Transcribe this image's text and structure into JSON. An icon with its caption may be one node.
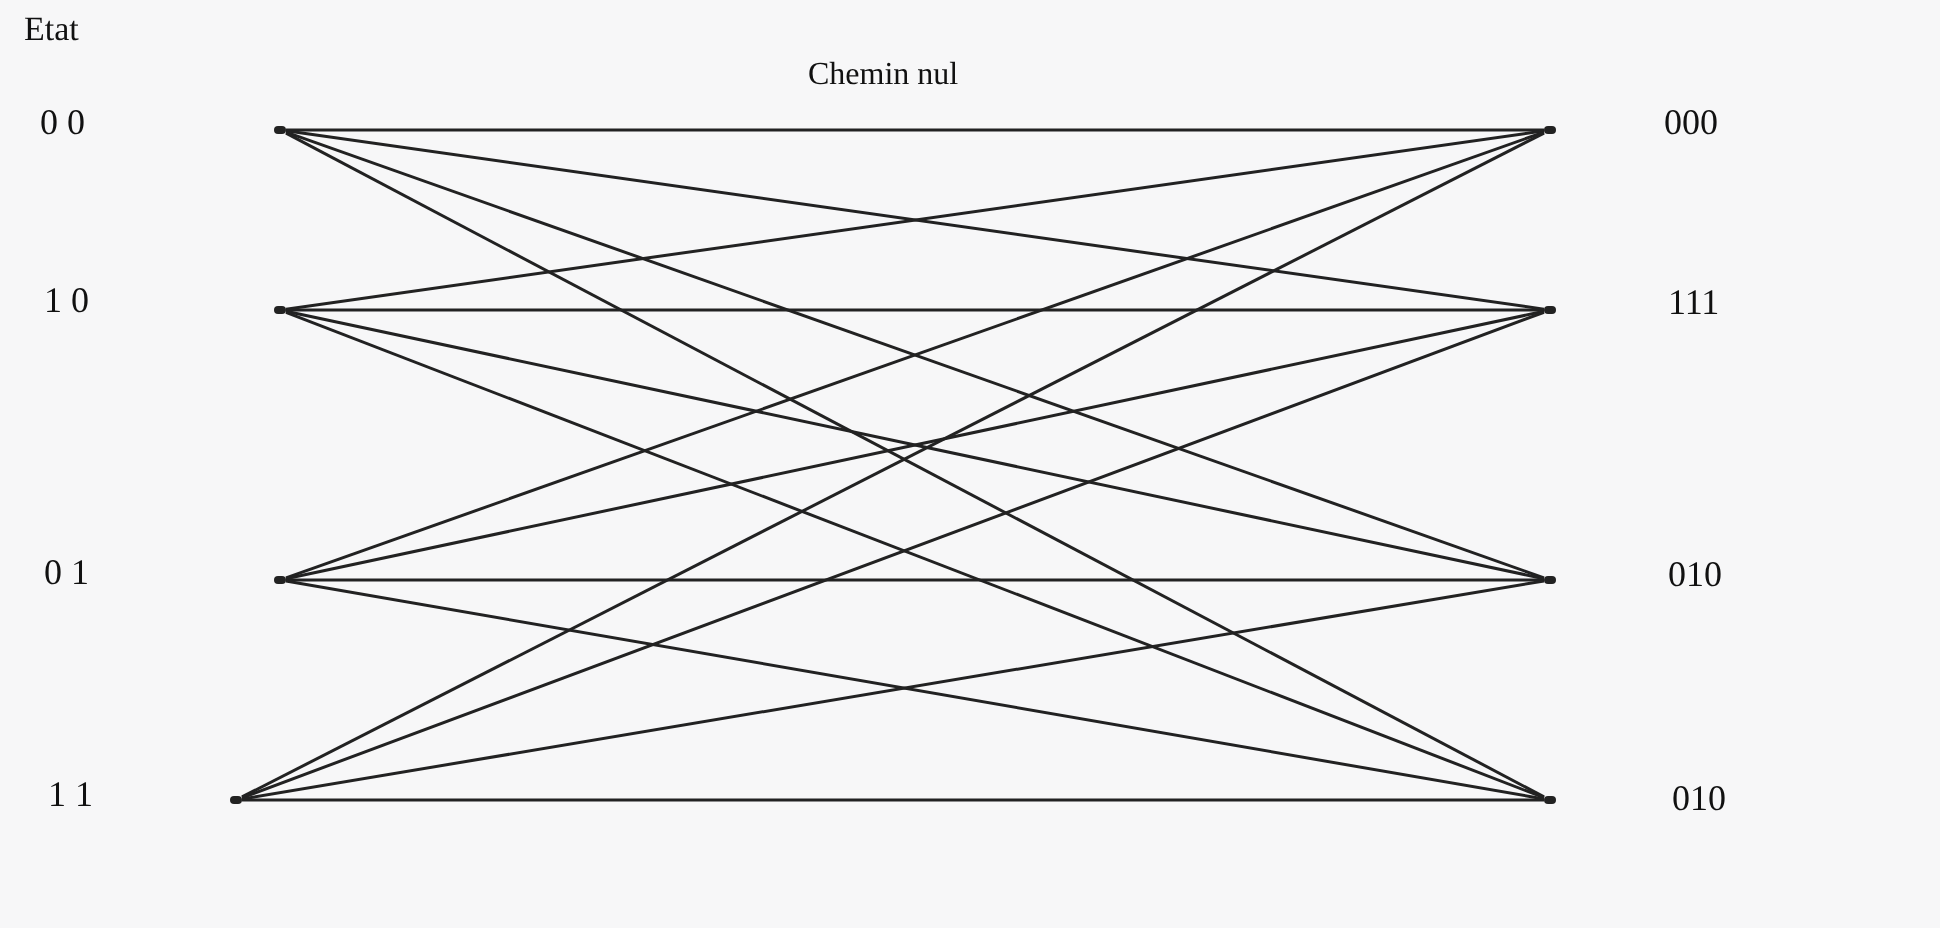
{
  "diagram": {
    "nodes": [
      {
        "text": [],
        "shape": "point"
      },
      {
        "text": [],
        "shape": "point"
      },
      {
        "text": [],
        "shape": "point"
      },
      {
        "text": [],
        "shape": "point"
      },
      {
        "text": [],
        "shape": "point",
        "beside": [
          "000"
        ]
      },
      {
        "text": [],
        "shape": "point",
        "beside": [
          "111"
        ]
      },
      {
        "text": [],
        "shape": "point",
        "beside": [
          "010"
        ]
      },
      {
        "text": [],
        "shape": "point",
        "beside": [
          "010"
        ]
      }
    ],
    "edges": [
      {
        "from": 0,
        "to": 4,
        "arrow": "none"
      },
      {
        "from": 0,
        "to": 5,
        "arrow": "none"
      },
      {
        "from": 0,
        "to": 6,
        "arrow": "none"
      },
      {
        "from": 0,
        "to": 7,
        "arrow": "none"
      },
      {
        "from": 1,
        "to": 4,
        "arrow": "none"
      },
      {
        "from": 1,
        "to": 5,
        "arrow": "none"
      },
      {
        "from": 1,
        "to": 6,
        "arrow": "none"
      },
      {
        "from": 1,
        "to": 7,
        "arrow": "none"
      },
      {
        "from": 2,
        "to": 4,
        "arrow": "none"
      },
      {
        "from": 2,
        "to": 5,
        "arrow": "none"
      },
      {
        "from": 2,
        "to": 6,
        "arrow": "none"
      },
      {
        "from": 2,
        "to": 7,
        "arrow": "none"
      },
      {
        "from": 3,
        "to": 4,
        "arrow": "none"
      },
      {
        "from": 3,
        "to": 5,
        "arrow": "none"
      },
      {
        "from": 3,
        "to": 6,
        "arrow": "none"
      },
      {
        "from": 3,
        "to": 7,
        "arrow": "none"
      }
    ],
    "labels": [
      "Etat",
      "Chemin nul",
      "0 0",
      "1 0",
      "0 1",
      "1 1"
    ]
  }
}
